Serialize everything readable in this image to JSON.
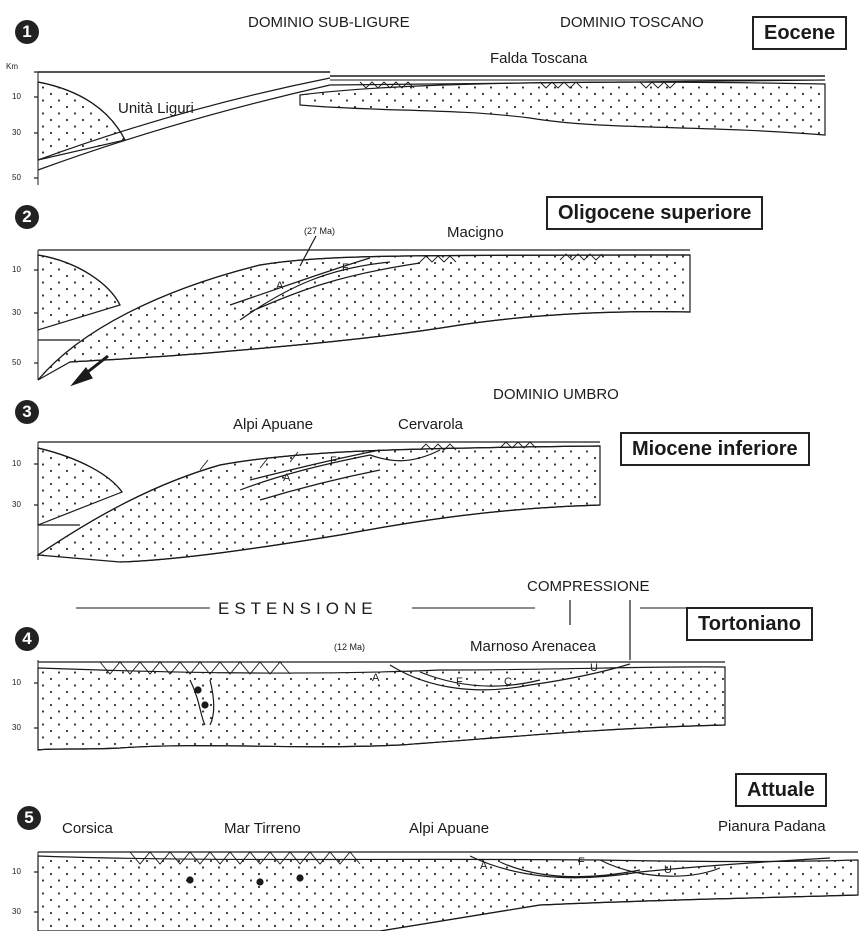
{
  "sections": [
    {
      "number": "1",
      "age": "Eocene",
      "labels": {
        "sub_ligure": "DOMINIO SUB-LIGURE",
        "toscano": "DOMINIO TOSCANO",
        "falda": "Falda Toscana",
        "liguri": "Unità Liguri"
      },
      "axis": [
        "Km",
        "10",
        "30",
        "50"
      ]
    },
    {
      "number": "2",
      "age": "Oligocene superiore",
      "labels": {
        "age_ma": "(27 Ma)",
        "macigno": "Macigno",
        "f": "F",
        "a": "A"
      },
      "axis": [
        "10",
        "30",
        "50"
      ]
    },
    {
      "number": "3",
      "age": "Miocene inferiore",
      "labels": {
        "umbro": "DOMINIO UMBRO",
        "apuane": "Alpi Apuane",
        "cervarola": "Cervarola",
        "f": "F",
        "a": "A"
      },
      "axis": [
        "10",
        "30"
      ]
    },
    {
      "number": "4",
      "age": "Tortoniano",
      "labels": {
        "compressione": "COMPRESSIONE",
        "estensione": "ESTENSIONE",
        "age_ma": "(12 Ma)",
        "marnoso": "Marnoso Arenacea",
        "a": "A",
        "f": "F",
        "c": "C",
        "u": "U"
      },
      "axis": [
        "10",
        "30"
      ]
    },
    {
      "number": "5",
      "age": "Attuale",
      "labels": {
        "corsica": "Corsica",
        "tirreno": "Mar Tirreno",
        "apuane": "Alpi Apuane",
        "padana": "Pianura Padana",
        "a": "A",
        "f": "F",
        "u": "U"
      },
      "axis": [
        "10",
        "30"
      ]
    }
  ],
  "colors": {
    "ink": "#1a1a1a",
    "paper": "#ffffff"
  }
}
